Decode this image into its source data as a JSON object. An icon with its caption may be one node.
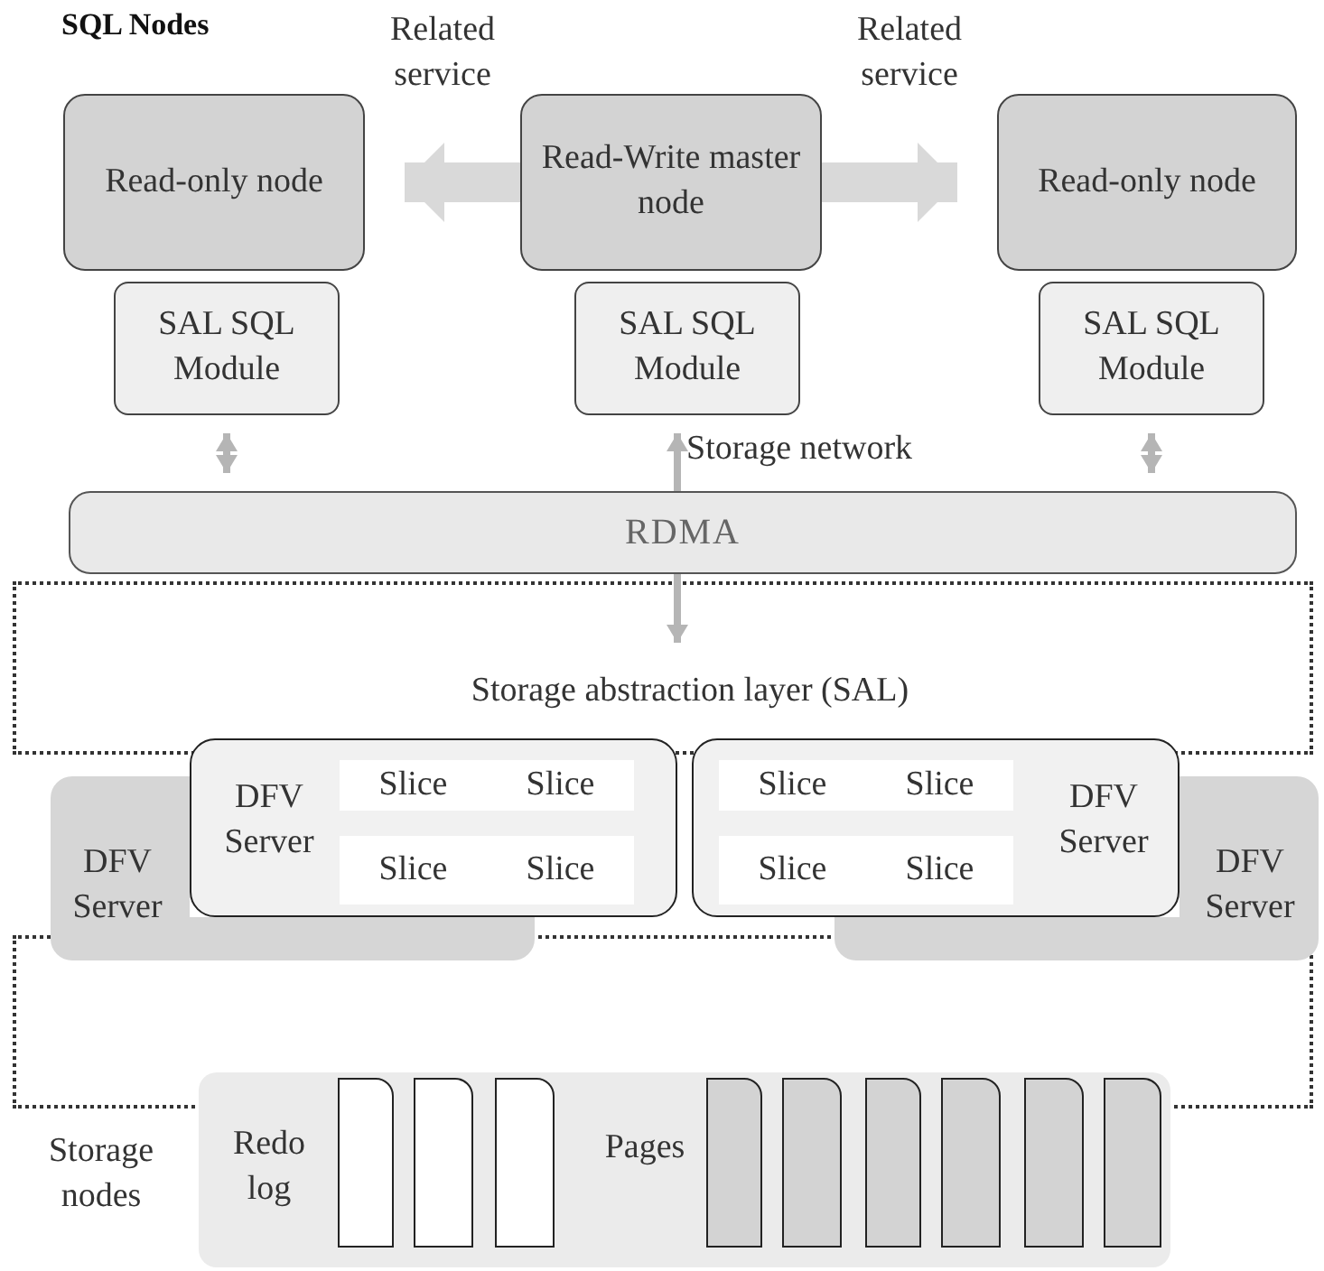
{
  "diagram": {
    "title": "SQL Nodes",
    "nodes": [
      {
        "text": [
          "Read-only node"
        ]
      },
      {
        "text": [
          "Read-Write master node"
        ]
      },
      {
        "text": [
          "Read-only node"
        ]
      },
      {
        "text": [
          "SAL SQL Module"
        ]
      },
      {
        "text": [
          "SAL SQL Module"
        ]
      },
      {
        "text": [
          "SAL SQL Module"
        ]
      },
      {
        "text": [
          "RDMA"
        ]
      },
      {
        "text": [],
        "shape": "box"
      },
      {
        "text": [
          "Storage abstraction layer (SAL)"
        ],
        "in": 7
      },
      {
        "text": [
          "DFV Server"
        ]
      },
      {
        "text": [
          "DFV Server"
        ]
      },
      {
        "text": [
          "Slice",
          "Slice"
        ],
        "in": 10
      },
      {
        "text": [
          "Slice",
          "Slice"
        ],
        "in": 10
      },
      {
        "text": [
          "DFV Server"
        ]
      },
      {
        "text": [
          "Slice",
          "Slice"
        ],
        "in": 13
      },
      {
        "text": [
          "Slice",
          "Slice"
        ],
        "in": 13
      },
      {
        "text": [
          "DFV Server"
        ]
      },
      {
        "text": [
          "Redo log",
          "Pages"
        ],
        "beside": [
          "Storage nodes"
        ]
      },
      {
        "text": [],
        "shape": "box",
        "in": 17
      },
      {
        "text": [],
        "shape": "box",
        "in": 17
      },
      {
        "text": [],
        "shape": "box",
        "in": 17
      },
      {
        "text": [],
        "shape": "box",
        "in": 17
      },
      {
        "text": [],
        "shape": "box",
        "in": 17
      },
      {
        "text": [],
        "shape": "box",
        "in": 17
      },
      {
        "text": [],
        "shape": "box",
        "in": 17
      },
      {
        "text": [],
        "shape": "box",
        "in": 17
      },
      {
        "text": [],
        "shape": "box",
        "in": 17
      }
    ],
    "edges": [
      {
        "from": 1,
        "to": 0,
        "arrow": "to",
        "label": "Related service",
        "style": "thick",
        "color": "#d9d9d9"
      },
      {
        "from": 1,
        "to": 2,
        "arrow": "to",
        "label": "Related service",
        "style": "thick",
        "color": "#d9d9d9"
      },
      {
        "from": 3,
        "to": 6,
        "arrow": "both"
      },
      {
        "from": 6,
        "to": 4,
        "arrow": "to",
        "label": "Storage network"
      },
      {
        "from": 5,
        "to": 6,
        "arrow": "both"
      },
      {
        "from": 6,
        "to": 8,
        "arrow": "to"
      }
    ]
  }
}
